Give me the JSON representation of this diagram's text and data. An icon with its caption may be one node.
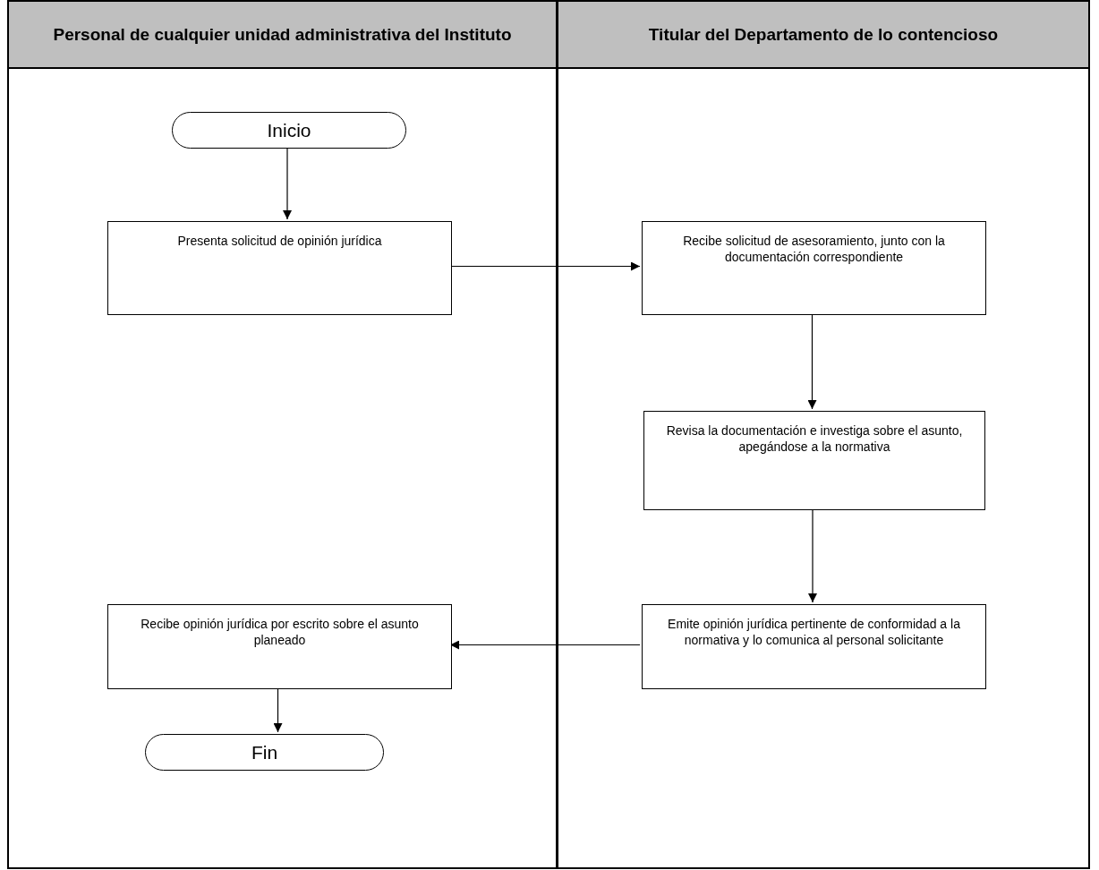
{
  "diagram": {
    "nodes": [
      {
        "text": [
          "Personal de cualquier unidad administrativa del Instituto"
        ]
      },
      {
        "text": [
          "Titular  del Departamento de lo contencioso"
        ]
      },
      {
        "text": [
          "Inicio"
        ],
        "in": 0
      },
      {
        "text": [
          "Presenta solicitud de opinión jurídica"
        ],
        "in": 0
      },
      {
        "text": [
          "Recibe solicitud de asesoramiento, junto con la documentación correspondiente"
        ],
        "in": 1
      },
      {
        "text": [
          "Revisa la documentación e investiga sobre el asunto, apegándose a la normativa"
        ],
        "in": 1
      },
      {
        "text": [
          "Emite opinión jurídica pertinente de conformidad a la normativa y lo comunica al personal solicitante"
        ],
        "in": 1
      },
      {
        "text": [
          "Recibe opinión jurídica por escrito sobre el asunto planeado"
        ],
        "in": 0
      },
      {
        "text": [
          "Fin"
        ],
        "in": 0
      }
    ],
    "edges": [
      {
        "from": 2,
        "to": 3,
        "arrow": "to"
      },
      {
        "from": 3,
        "to": 4,
        "arrow": "to"
      },
      {
        "from": 4,
        "to": 5,
        "arrow": "to"
      },
      {
        "from": 5,
        "to": 6,
        "arrow": "to"
      },
      {
        "from": 6,
        "to": 7,
        "arrow": "to"
      },
      {
        "from": 7,
        "to": 8,
        "arrow": "to"
      }
    ]
  }
}
